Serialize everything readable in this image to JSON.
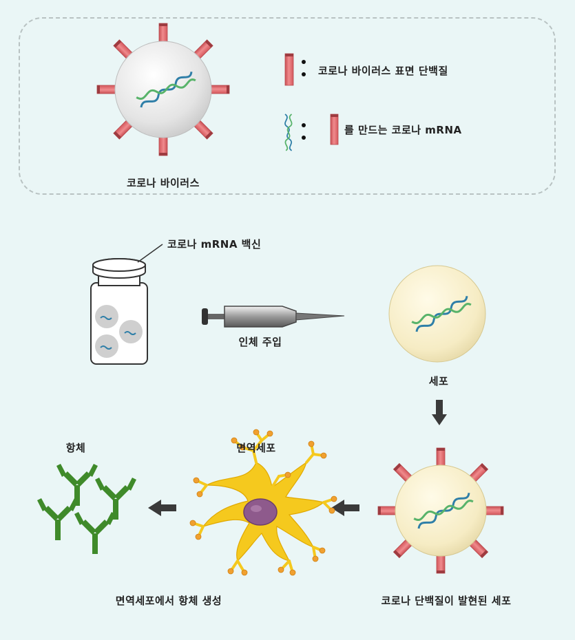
{
  "legend": {
    "virus_label": "코로나 바이러스",
    "spike_protein_text": "코로나 바이러스 표면 단백질",
    "mrna_text": "를 만드는 코로나 mRNA"
  },
  "process": {
    "vaccine_label": "코로나 mRNA 백신",
    "injection_label": "인체 주입",
    "cell_label": "세포",
    "expressed_cell_label": "코로나 단백질이 발현된 세포",
    "immune_cell_label": "면역세포",
    "antibody_label": "항체",
    "antibody_production_label": "면역세포에서 항체 생성"
  },
  "colors": {
    "background": "#eaf6f6",
    "spike": "#e6787a",
    "cell": "#f7efcd",
    "immune_cell": "#f5c91e",
    "nucleus": "#8e5a8c",
    "antibody": "#3f8a2a",
    "arrow": "#3a3a3a"
  }
}
